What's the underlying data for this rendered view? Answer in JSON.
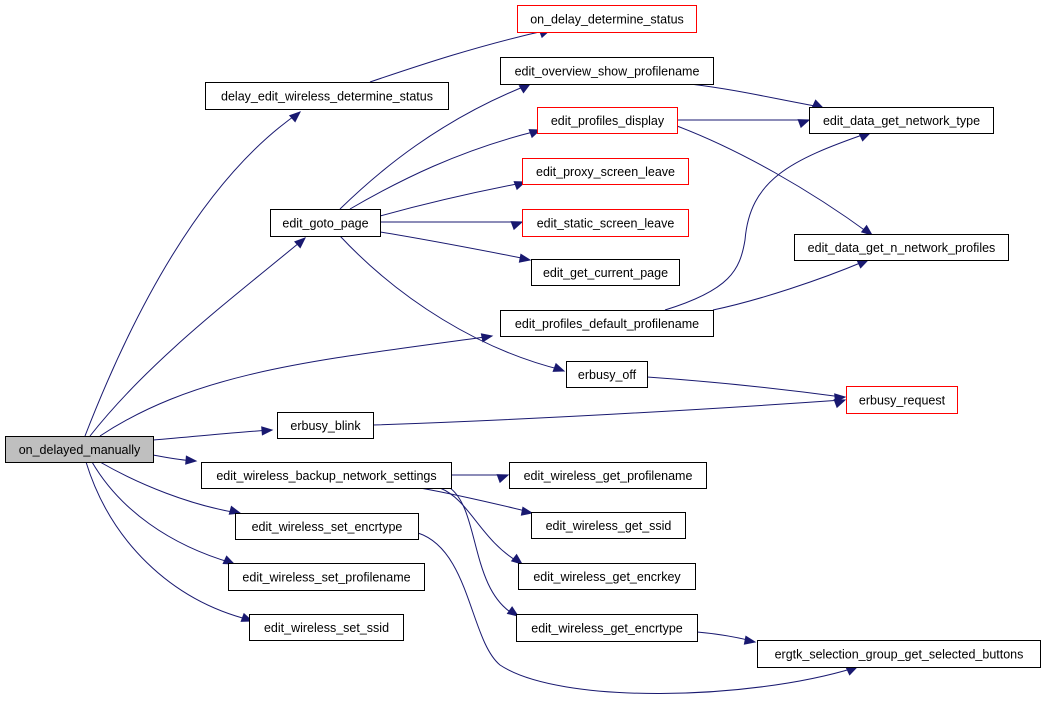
{
  "graph": {
    "edge_color": "#191970",
    "highlight_fill": "#bfbfbf",
    "external_border": "#ff0000",
    "nodes": [
      {
        "id": "on_delayed_manually",
        "label": "on_delayed_manually",
        "style": "current"
      },
      {
        "id": "on_delay_determine_status",
        "label": "on_delay_determine_status",
        "style": "external"
      },
      {
        "id": "delay_edit_wireless_determine_status",
        "label": "delay_edit_wireless_determine_status",
        "style": "normal"
      },
      {
        "id": "edit_overview_show_profilename",
        "label": "edit_overview_show_profilename",
        "style": "normal"
      },
      {
        "id": "edit_profiles_display",
        "label": "edit_profiles_display",
        "style": "external"
      },
      {
        "id": "edit_data_get_network_type",
        "label": "edit_data_get_network_type",
        "style": "normal"
      },
      {
        "id": "edit_proxy_screen_leave",
        "label": "edit_proxy_screen_leave",
        "style": "external"
      },
      {
        "id": "edit_goto_page",
        "label": "edit_goto_page",
        "style": "normal"
      },
      {
        "id": "edit_static_screen_leave",
        "label": "edit_static_screen_leave",
        "style": "external"
      },
      {
        "id": "edit_data_get_n_network_profiles",
        "label": "edit_data_get_n_network_profiles",
        "style": "normal"
      },
      {
        "id": "edit_get_current_page",
        "label": "edit_get_current_page",
        "style": "normal"
      },
      {
        "id": "edit_profiles_default_profilename",
        "label": "edit_profiles_default_profilename",
        "style": "normal"
      },
      {
        "id": "erbusy_off",
        "label": "erbusy_off",
        "style": "normal"
      },
      {
        "id": "erbusy_request",
        "label": "erbusy_request",
        "style": "external"
      },
      {
        "id": "erbusy_blink",
        "label": "erbusy_blink",
        "style": "normal"
      },
      {
        "id": "edit_wireless_backup_network_settings",
        "label": "edit_wireless_backup_network_settings",
        "style": "normal"
      },
      {
        "id": "edit_wireless_get_profilename",
        "label": "edit_wireless_get_profilename",
        "style": "normal"
      },
      {
        "id": "edit_wireless_set_encrtype",
        "label": "edit_wireless_set_encrtype",
        "style": "normal"
      },
      {
        "id": "edit_wireless_get_ssid",
        "label": "edit_wireless_get_ssid",
        "style": "normal"
      },
      {
        "id": "edit_wireless_set_profilename",
        "label": "edit_wireless_set_profilename",
        "style": "normal"
      },
      {
        "id": "edit_wireless_get_encrkey",
        "label": "edit_wireless_get_encrkey",
        "style": "normal"
      },
      {
        "id": "edit_wireless_set_ssid",
        "label": "edit_wireless_set_ssid",
        "style": "normal"
      },
      {
        "id": "edit_wireless_get_encrtype",
        "label": "edit_wireless_get_encrtype",
        "style": "normal"
      },
      {
        "id": "ergtk_selection_group_get_selected_buttons",
        "label": "ergtk_selection_group_get_selected_buttons",
        "style": "normal"
      }
    ],
    "edges": [
      [
        "on_delayed_manually",
        "delay_edit_wireless_determine_status"
      ],
      [
        "on_delayed_manually",
        "edit_goto_page"
      ],
      [
        "on_delayed_manually",
        "edit_profiles_default_profilename"
      ],
      [
        "on_delayed_manually",
        "erbusy_blink"
      ],
      [
        "on_delayed_manually",
        "edit_wireless_backup_network_settings"
      ],
      [
        "on_delayed_manually",
        "edit_wireless_set_encrtype"
      ],
      [
        "on_delayed_manually",
        "edit_wireless_set_profilename"
      ],
      [
        "on_delayed_manually",
        "edit_wireless_set_ssid"
      ],
      [
        "delay_edit_wireless_determine_status",
        "on_delay_determine_status"
      ],
      [
        "edit_goto_page",
        "edit_overview_show_profilename"
      ],
      [
        "edit_goto_page",
        "edit_profiles_display"
      ],
      [
        "edit_goto_page",
        "edit_proxy_screen_leave"
      ],
      [
        "edit_goto_page",
        "edit_static_screen_leave"
      ],
      [
        "edit_goto_page",
        "edit_get_current_page"
      ],
      [
        "edit_goto_page",
        "erbusy_off"
      ],
      [
        "edit_overview_show_profilename",
        "edit_data_get_network_type"
      ],
      [
        "edit_profiles_display",
        "edit_data_get_network_type"
      ],
      [
        "edit_profiles_display",
        "edit_data_get_n_network_profiles"
      ],
      [
        "edit_profiles_default_profilename",
        "edit_data_get_network_type"
      ],
      [
        "edit_profiles_default_profilename",
        "edit_data_get_n_network_profiles"
      ],
      [
        "erbusy_off",
        "erbusy_request"
      ],
      [
        "erbusy_blink",
        "erbusy_request"
      ],
      [
        "edit_wireless_backup_network_settings",
        "edit_wireless_get_profilename"
      ],
      [
        "edit_wireless_backup_network_settings",
        "edit_wireless_get_ssid"
      ],
      [
        "edit_wireless_backup_network_settings",
        "edit_wireless_get_encrkey"
      ],
      [
        "edit_wireless_backup_network_settings",
        "edit_wireless_get_encrtype"
      ],
      [
        "edit_wireless_set_encrtype",
        "ergtk_selection_group_get_selected_buttons"
      ],
      [
        "edit_wireless_get_encrtype",
        "ergtk_selection_group_get_selected_buttons"
      ]
    ]
  }
}
